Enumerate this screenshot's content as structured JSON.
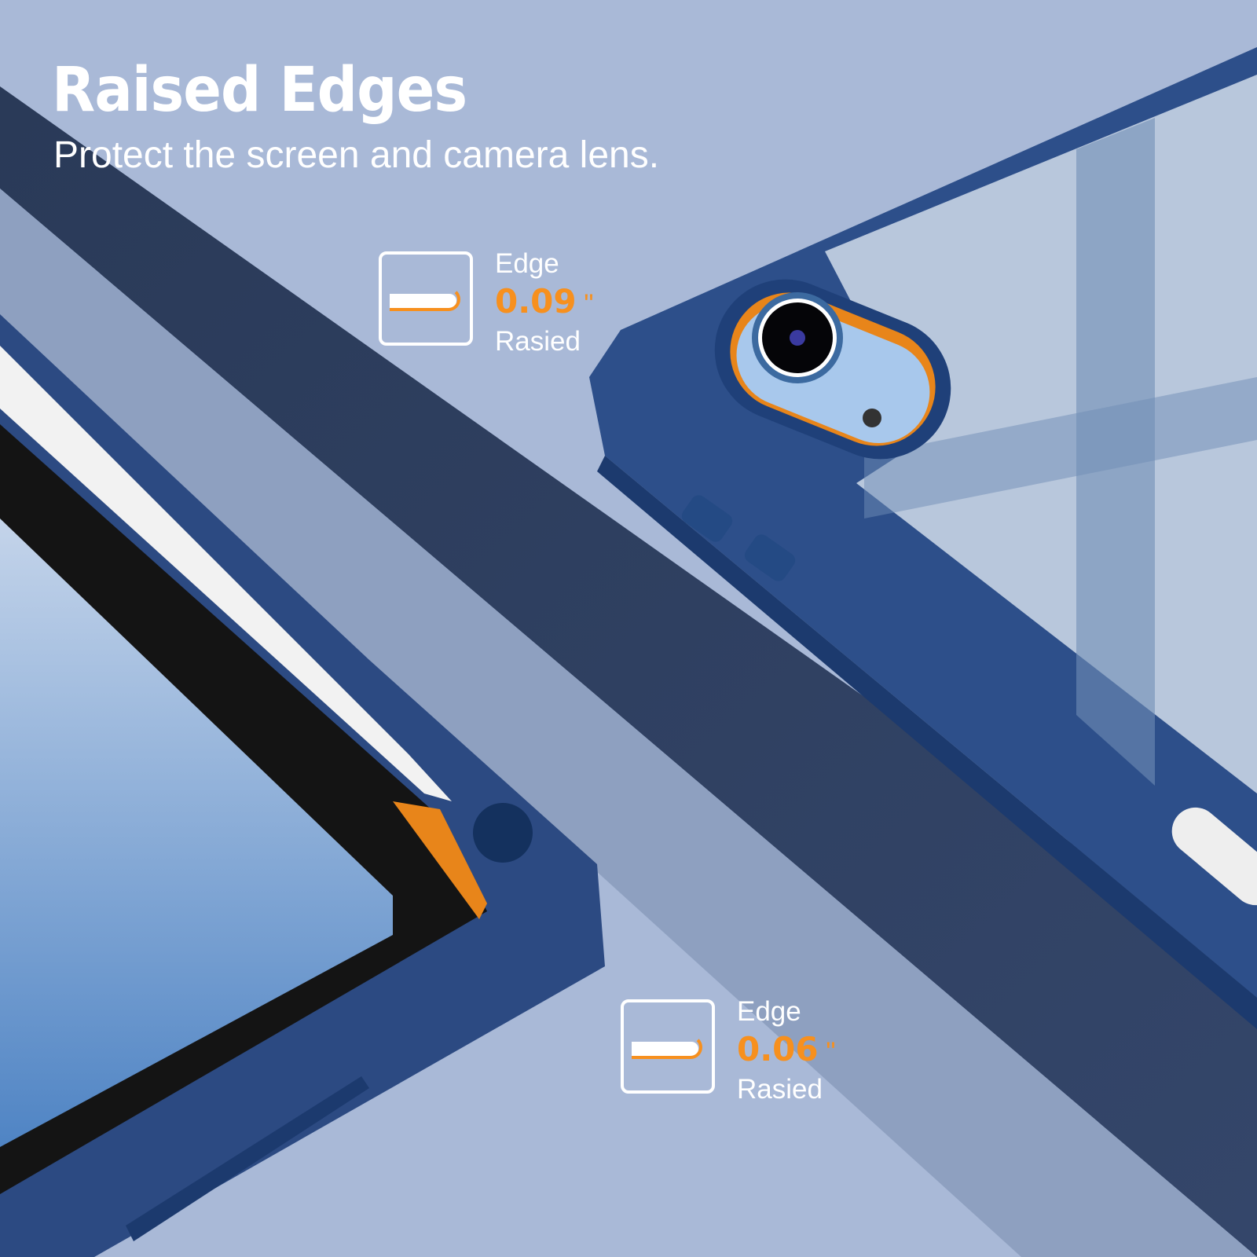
{
  "headline": {
    "title": "Raised Edges",
    "subtitle": "Protect the screen and camera lens."
  },
  "callouts": [
    {
      "label": "Edge",
      "value": "0.09",
      "unit": "\"",
      "caption": "Rasied"
    },
    {
      "label": "Edge",
      "value": "0.06",
      "unit": "\"",
      "caption": "Rasied"
    }
  ],
  "colors": {
    "background": "#a9b9d7",
    "case_navy": "#2c4a80",
    "accent_orange": "#f7901e",
    "text": "#ffffff"
  }
}
